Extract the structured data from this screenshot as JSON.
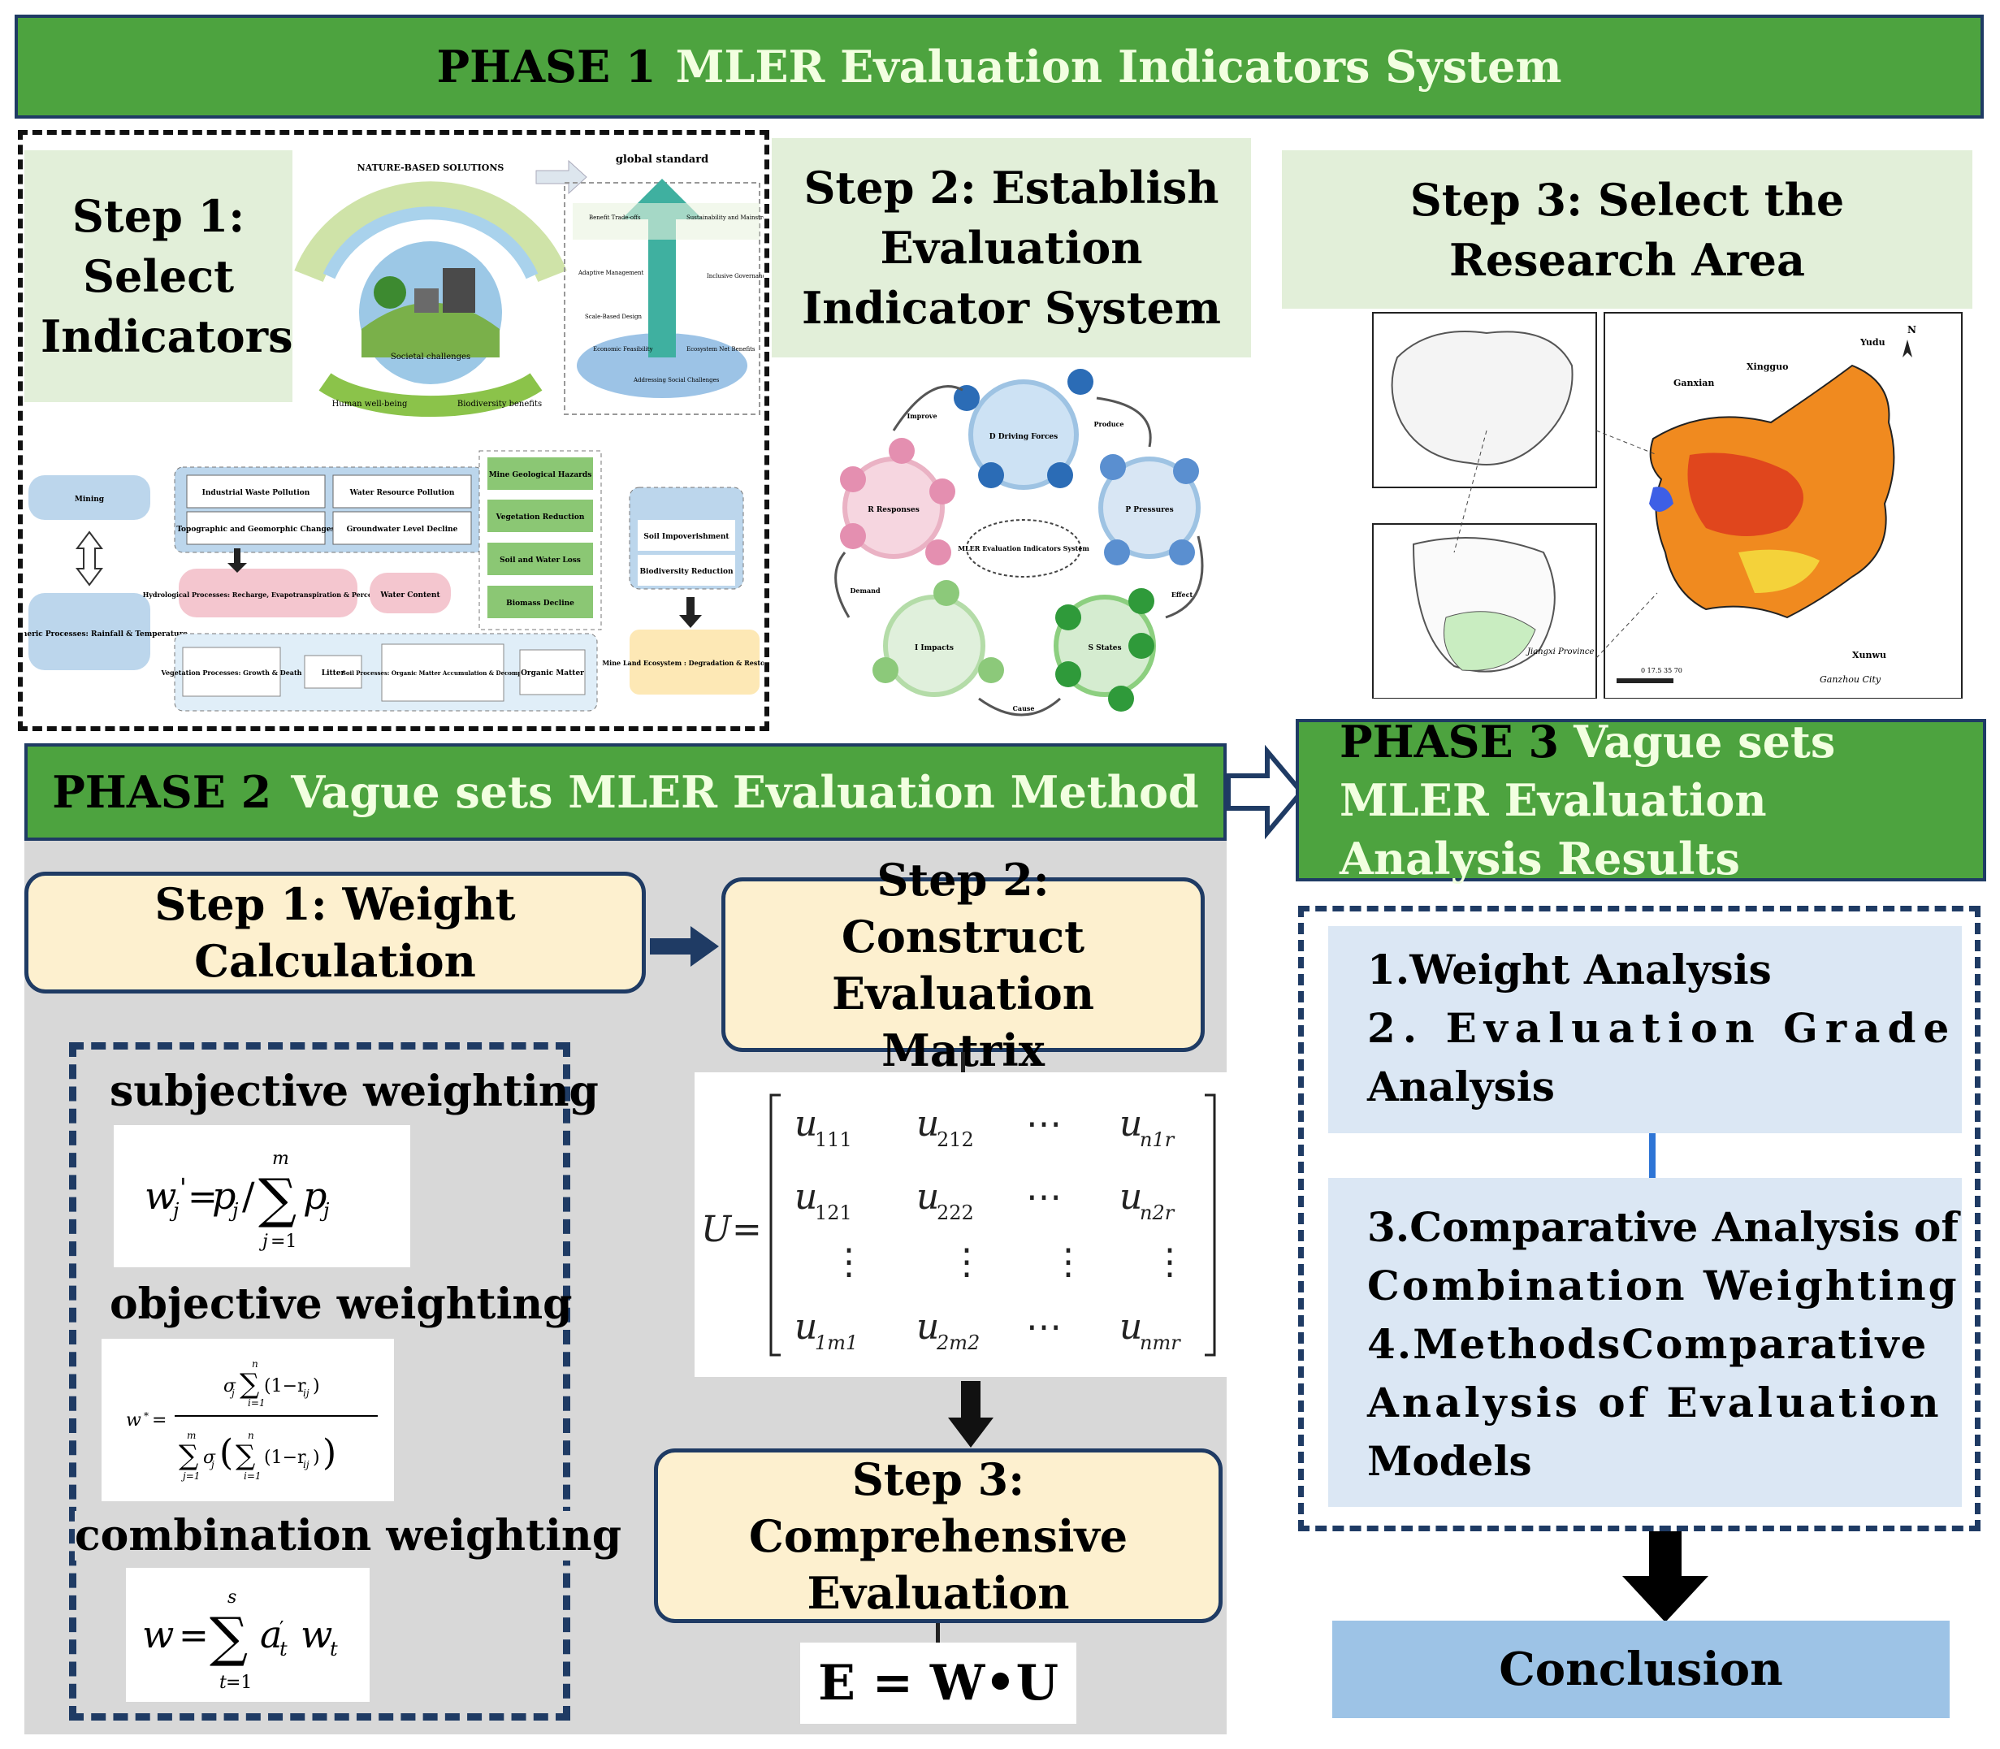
{
  "phase1": {
    "num": "PHASE 1",
    "title": "MLER Evaluation Indicators System"
  },
  "phase1_steps": {
    "step1": "Step 1: Select Indicators",
    "step2": "Step 2: Establish Evaluation Indicator System",
    "step3": "Step 3: Select the Research Area"
  },
  "illustration1": {
    "arc_title": "NATURE-BASED SOLUTIONS",
    "center_label": "Societal challenges",
    "bottom_left": "Human well-being",
    "bottom_right": "Biodiversity benefits",
    "standard_title": "global standard",
    "standard_items": [
      "Benefit Trade-offs",
      "Sustainability and Mainstreaming",
      "Adaptive Management",
      "Inclusive Governance",
      "Scale-Based Design",
      "Economic Feasibility",
      "Ecosystem Net Benefits",
      "Addressing Social Challenges"
    ]
  },
  "process": {
    "mining": "Mining",
    "atmos": "Atmospheric Processes: Rainfall & Temperature",
    "industrial": "Industrial Waste Pollution",
    "water_res": "Water Resource Pollution",
    "topo": "Topographic and Geomorphic Changes",
    "groundwater": "Groundwater Level Decline",
    "hydro": "Hydrological Processes: Recharge, Evapotranspiration & Percolation",
    "water_content": "Water Content",
    "geohaz": "Mine Geological Hazards",
    "veg_red": "Vegetation Reduction",
    "soil_loss": "Soil and Water Loss",
    "biomass": "Biomass Decline",
    "soil_imp": "Soil Impoverishment",
    "biodiv": "Biodiversity Reduction",
    "veg_proc": "Vegetation Processes: Growth & Death",
    "litter": "Litter",
    "soil_proc": "Soil Processes: Organic Matter Accumulation & Decomposition",
    "org_matter": "Organic Matter",
    "ecosystem": "Mine Land Ecosystem : Degradation & Restoration"
  },
  "dpsir": {
    "center": "MLER Evaluation Indicators System",
    "d": "D Driving Forces",
    "p": "P Pressures",
    "s": "S States",
    "i": "I Impacts",
    "r": "R Responses",
    "produce": "Produce",
    "effect": "Effect",
    "cause": "Cause",
    "demand": "Demand",
    "improve": "Improve"
  },
  "map": {
    "jiangxi": "Jiangxi Province",
    "city": "Ganzhou City",
    "ganxian": "Ganxian",
    "xingguo": "Xingguo",
    "yudu": "Yudu",
    "xunwu": "Xunwu",
    "n": "N",
    "scale": "0 17.5 35 70"
  },
  "phase2": {
    "num": "PHASE 2",
    "title": "Vague sets MLER Evaluation  Method"
  },
  "phase2_steps": {
    "step1": "Step 1: Weight Calculation",
    "step2": "Step 2: Construct Evaluation Matrix",
    "step3": "Step 3: Comprehensive Evaluation"
  },
  "weights": {
    "subjective": "subjective weighting",
    "objective": "objective weighting",
    "combination": "combination weighting"
  },
  "equation": "E = W•U",
  "phase3": {
    "num": "PHASE 3",
    "title": "Vague sets MLER Evaluation Analysis  Results"
  },
  "results": {
    "r1": "1.Weight Analysis",
    "r2a": "2. Evaluation Grade",
    "r2b": "Analysis",
    "r3a": "3.Comparative Analysis of",
    "r3b": "Combination Weighting",
    "r4a": "4.MethodsComparative",
    "r4b": "Analysis of Evaluation",
    "r4c": "Models"
  },
  "conclusion": "Conclusion",
  "colors": {
    "phase_green": "#4da33f",
    "step_green": "#e2efd9",
    "step_yellow": "#fdf0cf",
    "results_blue": "#dbe7f4",
    "conclusion_blue": "#9dc3e6",
    "navy": "#1f3b64"
  }
}
